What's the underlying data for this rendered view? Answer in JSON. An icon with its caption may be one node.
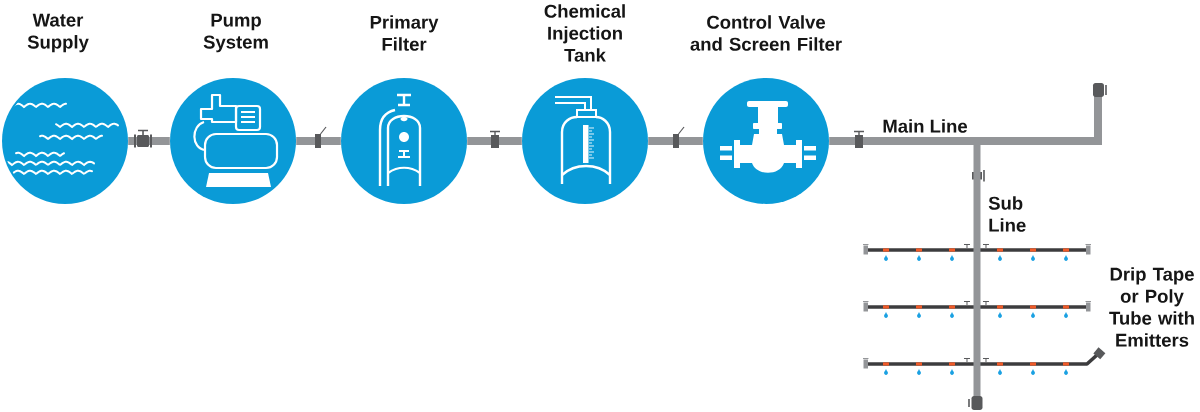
{
  "diagram": {
    "nodes": [
      {
        "text": [
          "Water Supply"
        ]
      },
      {
        "text": [
          "Pump System"
        ]
      },
      {
        "text": [
          "Primary Filter"
        ]
      },
      {
        "text": [
          "Chemical Injection Tank"
        ]
      },
      {
        "text": [
          "Control Valve and Screen Filter"
        ]
      }
    ],
    "edges": [
      {
        "from": 0,
        "to": 1,
        "arrow": "none"
      },
      {
        "from": 1,
        "to": 2,
        "arrow": "none"
      },
      {
        "from": 2,
        "to": 3,
        "arrow": "none"
      },
      {
        "from": 3,
        "to": 4,
        "arrow": "none"
      },
      {
        "from": 4,
        "to": null,
        "arrow": "none",
        "label": "Main Line"
      }
    ],
    "labels": [
      "Sub Line",
      "Drip Tape or Poly Tube with Emitters"
    ]
  }
}
